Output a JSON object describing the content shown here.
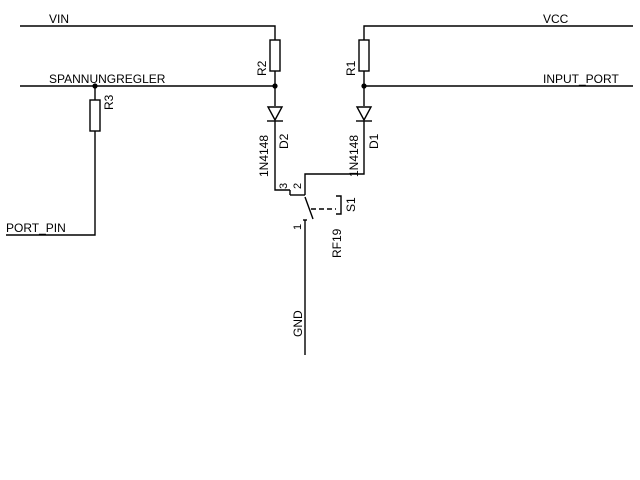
{
  "nets": {
    "vin": "VIN",
    "spannungsregler": "SPANNUNGREGLER",
    "port_pin": "PORT_PIN",
    "vcc": "VCC",
    "input_port": "INPUT_PORT",
    "gnd": "GND"
  },
  "resistors": {
    "r1": "R1",
    "r2": "R2",
    "r3": "R3"
  },
  "diodes": {
    "d1_name": "D1",
    "d1_value": "1N4148",
    "d2_name": "D2",
    "d2_value": "1N4148"
  },
  "switch": {
    "name": "S1",
    "value": "RF19",
    "pin1": "1",
    "pin2": "2",
    "pin3": "3"
  }
}
